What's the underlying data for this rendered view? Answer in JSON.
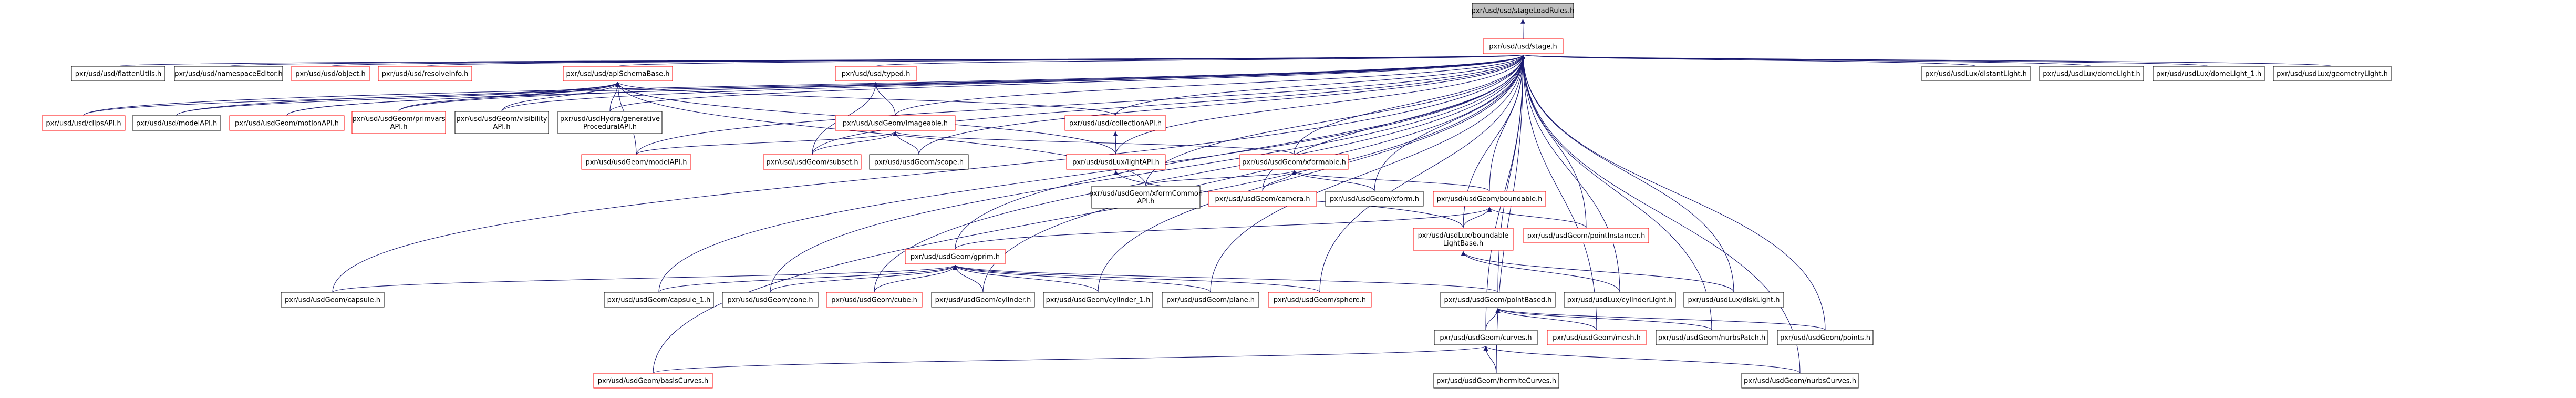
{
  "colors": {
    "edge": "#191970",
    "node_border_black": "#000000",
    "node_border_red": "#ff0000",
    "focus_fill": "#bfbfbf",
    "node_fill": "#ffffff"
  },
  "nodes": [
    {
      "id": "stageLoadRules",
      "label": "pxr/usd/usd/stageLoadRules.h",
      "style": "focus"
    },
    {
      "id": "stage",
      "label": "pxr/usd/usd/stage.h",
      "style": "red"
    },
    {
      "id": "flattenUtils",
      "label": "pxr/usd/usd/flattenUtils.h",
      "style": "black"
    },
    {
      "id": "namespaceEditor",
      "label": "pxr/usd/usd/namespaceEditor.h",
      "style": "black"
    },
    {
      "id": "object",
      "label": "pxr/usd/usd/object.h",
      "style": "red"
    },
    {
      "id": "resolveInfo",
      "label": "pxr/usd/usd/resolveInfo.h",
      "style": "red"
    },
    {
      "id": "apiSchemaBase",
      "label": "pxr/usd/usd/apiSchemaBase.h",
      "style": "red"
    },
    {
      "id": "typed",
      "label": "pxr/usd/usd/typed.h",
      "style": "red"
    },
    {
      "id": "collectionAPI",
      "label": "pxr/usd/usd/collectionAPI.h",
      "style": "red"
    },
    {
      "id": "clipsAPI",
      "label": "pxr/usd/usd/clipsAPI.h",
      "style": "red"
    },
    {
      "id": "modelAPI",
      "label": "pxr/usd/usd/modelAPI.h",
      "style": "black"
    },
    {
      "id": "motionAPI",
      "label": "pxr/usd/usdGeom/motionAPI.h",
      "style": "red"
    },
    {
      "id": "primvarsAPI",
      "label": "pxr/usd/usdGeom/primvars\nAPI.h",
      "style": "red"
    },
    {
      "id": "visibilityAPI",
      "label": "pxr/usd/usdGeom/visibility\nAPI.h",
      "style": "black"
    },
    {
      "id": "generativeAPI",
      "label": "pxr/usd/usdHydra/generative\nProceduralAPI.h",
      "style": "black"
    },
    {
      "id": "imageable",
      "label": "pxr/usd/usdGeom/imageable.h",
      "style": "red"
    },
    {
      "id": "lightAPI",
      "label": "pxr/usd/usdLux/lightAPI.h",
      "style": "red"
    },
    {
      "id": "geomModelAPI",
      "label": "pxr/usd/usdGeom/modelAPI.h",
      "style": "red"
    },
    {
      "id": "subset",
      "label": "pxr/usd/usdGeom/subset.h",
      "style": "red"
    },
    {
      "id": "scope",
      "label": "pxr/usd/usdGeom/scope.h",
      "style": "black"
    },
    {
      "id": "xformable",
      "label": "pxr/usd/usdGeom/xformable.h",
      "style": "red"
    },
    {
      "id": "xformCommonAPI",
      "label": "pxr/usd/usdGeom/xformCommon\nAPI.h",
      "style": "black"
    },
    {
      "id": "camera",
      "label": "pxr/usd/usdGeom/camera.h",
      "style": "red"
    },
    {
      "id": "xform",
      "label": "pxr/usd/usdGeom/xform.h",
      "style": "black"
    },
    {
      "id": "boundable",
      "label": "pxr/usd/usdGeom/boundable.h",
      "style": "red"
    },
    {
      "id": "boundableLightBase",
      "label": "pxr/usd/usdLux/boundable\nLightBase.h",
      "style": "red"
    },
    {
      "id": "pointInstancer",
      "label": "pxr/usd/usdGeom/pointInstancer.h",
      "style": "red"
    },
    {
      "id": "gprim",
      "label": "pxr/usd/usdGeom/gprim.h",
      "style": "red"
    },
    {
      "id": "capsule",
      "label": "pxr/usd/usdGeom/capsule.h",
      "style": "black"
    },
    {
      "id": "capsule1",
      "label": "pxr/usd/usdGeom/capsule_1.h",
      "style": "black"
    },
    {
      "id": "cone",
      "label": "pxr/usd/usdGeom/cone.h",
      "style": "black"
    },
    {
      "id": "cube",
      "label": "pxr/usd/usdGeom/cube.h",
      "style": "red"
    },
    {
      "id": "cylinder",
      "label": "pxr/usd/usdGeom/cylinder.h",
      "style": "black"
    },
    {
      "id": "cylinder1",
      "label": "pxr/usd/usdGeom/cylinder_1.h",
      "style": "black"
    },
    {
      "id": "plane",
      "label": "pxr/usd/usdGeom/plane.h",
      "style": "black"
    },
    {
      "id": "sphere",
      "label": "pxr/usd/usdGeom/sphere.h",
      "style": "red"
    },
    {
      "id": "pointBased",
      "label": "pxr/usd/usdGeom/pointBased.h",
      "style": "black"
    },
    {
      "id": "cylinderLight",
      "label": "pxr/usd/usdLux/cylinderLight.h",
      "style": "black"
    },
    {
      "id": "diskLight",
      "label": "pxr/usd/usdLux/diskLight.h",
      "style": "black"
    },
    {
      "id": "curves",
      "label": "pxr/usd/usdGeom/curves.h",
      "style": "black"
    },
    {
      "id": "mesh",
      "label": "pxr/usd/usdGeom/mesh.h",
      "style": "red"
    },
    {
      "id": "nurbsPatch",
      "label": "pxr/usd/usdGeom/nurbsPatch.h",
      "style": "black"
    },
    {
      "id": "points",
      "label": "pxr/usd/usdGeom/points.h",
      "style": "black"
    },
    {
      "id": "basisCurves",
      "label": "pxr/usd/usdGeom/basisCurves.h",
      "style": "red"
    },
    {
      "id": "hermiteCurves",
      "label": "pxr/usd/usdGeom/hermiteCurves.h",
      "style": "black"
    },
    {
      "id": "nurbsCurves",
      "label": "pxr/usd/usdGeom/nurbsCurves.h",
      "style": "black"
    },
    {
      "id": "distantLight",
      "label": "pxr/usd/usdLux/distantLight.h",
      "style": "black"
    },
    {
      "id": "domeLight",
      "label": "pxr/usd/usdLux/domeLight.h",
      "style": "black"
    },
    {
      "id": "domeLight1",
      "label": "pxr/usd/usdLux/domeLight_1.h",
      "style": "black"
    },
    {
      "id": "geometryLight",
      "label": "pxr/usd/usdLux/geometryLight.h",
      "style": "black"
    }
  ],
  "edges": [
    [
      "stage",
      "stageLoadRules"
    ],
    [
      "flattenUtils",
      "stage"
    ],
    [
      "namespaceEditor",
      "stage"
    ],
    [
      "object",
      "stage"
    ],
    [
      "resolveInfo",
      "stage"
    ],
    [
      "apiSchemaBase",
      "stage"
    ],
    [
      "typed",
      "stage"
    ],
    [
      "collectionAPI",
      "stage"
    ],
    [
      "clipsAPI",
      "stage"
    ],
    [
      "modelAPI",
      "stage"
    ],
    [
      "motionAPI",
      "stage"
    ],
    [
      "primvarsAPI",
      "stage"
    ],
    [
      "visibilityAPI",
      "stage"
    ],
    [
      "generativeAPI",
      "stage"
    ],
    [
      "imageable",
      "stage"
    ],
    [
      "lightAPI",
      "stage"
    ],
    [
      "geomModelAPI",
      "stage"
    ],
    [
      "subset",
      "stage"
    ],
    [
      "scope",
      "stage"
    ],
    [
      "xformable",
      "stage"
    ],
    [
      "xformCommonAPI",
      "stage"
    ],
    [
      "camera",
      "stage"
    ],
    [
      "xform",
      "stage"
    ],
    [
      "boundable",
      "stage"
    ],
    [
      "boundableLightBase",
      "stage"
    ],
    [
      "pointInstancer",
      "stage"
    ],
    [
      "gprim",
      "stage"
    ],
    [
      "capsule",
      "stage"
    ],
    [
      "capsule1",
      "stage"
    ],
    [
      "cone",
      "stage"
    ],
    [
      "cube",
      "stage"
    ],
    [
      "cylinder",
      "stage"
    ],
    [
      "cylinder1",
      "stage"
    ],
    [
      "plane",
      "stage"
    ],
    [
      "sphere",
      "stage"
    ],
    [
      "pointBased",
      "stage"
    ],
    [
      "cylinderLight",
      "stage"
    ],
    [
      "diskLight",
      "stage"
    ],
    [
      "curves",
      "stage"
    ],
    [
      "mesh",
      "stage"
    ],
    [
      "nurbsPatch",
      "stage"
    ],
    [
      "points",
      "stage"
    ],
    [
      "basisCurves",
      "stage"
    ],
    [
      "hermiteCurves",
      "stage"
    ],
    [
      "nurbsCurves",
      "stage"
    ],
    [
      "distantLight",
      "stage"
    ],
    [
      "domeLight",
      "stage"
    ],
    [
      "domeLight1",
      "stage"
    ],
    [
      "geometryLight",
      "stage"
    ],
    [
      "clipsAPI",
      "apiSchemaBase"
    ],
    [
      "modelAPI",
      "apiSchemaBase"
    ],
    [
      "motionAPI",
      "apiSchemaBase"
    ],
    [
      "primvarsAPI",
      "apiSchemaBase"
    ],
    [
      "visibilityAPI",
      "apiSchemaBase"
    ],
    [
      "generativeAPI",
      "apiSchemaBase"
    ],
    [
      "collectionAPI",
      "apiSchemaBase"
    ],
    [
      "geomModelAPI",
      "apiSchemaBase"
    ],
    [
      "lightAPI",
      "apiSchemaBase"
    ],
    [
      "xformCommonAPI",
      "apiSchemaBase"
    ],
    [
      "imageable",
      "typed"
    ],
    [
      "subset",
      "typed"
    ],
    [
      "geomModelAPI",
      "imageable"
    ],
    [
      "subset",
      "imageable"
    ],
    [
      "scope",
      "imageable"
    ],
    [
      "xformable",
      "imageable"
    ],
    [
      "lightAPI",
      "collectionAPI"
    ],
    [
      "boundableLightBase",
      "lightAPI"
    ],
    [
      "xformCommonAPI",
      "xformable"
    ],
    [
      "camera",
      "xformable"
    ],
    [
      "xform",
      "xformable"
    ],
    [
      "boundable",
      "xformable"
    ],
    [
      "boundableLightBase",
      "boundable"
    ],
    [
      "pointInstancer",
      "boundable"
    ],
    [
      "gprim",
      "boundable"
    ],
    [
      "capsule",
      "gprim"
    ],
    [
      "capsule1",
      "gprim"
    ],
    [
      "cone",
      "gprim"
    ],
    [
      "cube",
      "gprim"
    ],
    [
      "cylinder",
      "gprim"
    ],
    [
      "cylinder1",
      "gprim"
    ],
    [
      "plane",
      "gprim"
    ],
    [
      "sphere",
      "gprim"
    ],
    [
      "pointBased",
      "gprim"
    ],
    [
      "cylinderLight",
      "boundableLightBase"
    ],
    [
      "diskLight",
      "boundableLightBase"
    ],
    [
      "curves",
      "pointBased"
    ],
    [
      "mesh",
      "pointBased"
    ],
    [
      "nurbsPatch",
      "pointBased"
    ],
    [
      "points",
      "pointBased"
    ],
    [
      "basisCurves",
      "curves"
    ],
    [
      "hermiteCurves",
      "curves"
    ],
    [
      "nurbsCurves",
      "curves"
    ]
  ]
}
